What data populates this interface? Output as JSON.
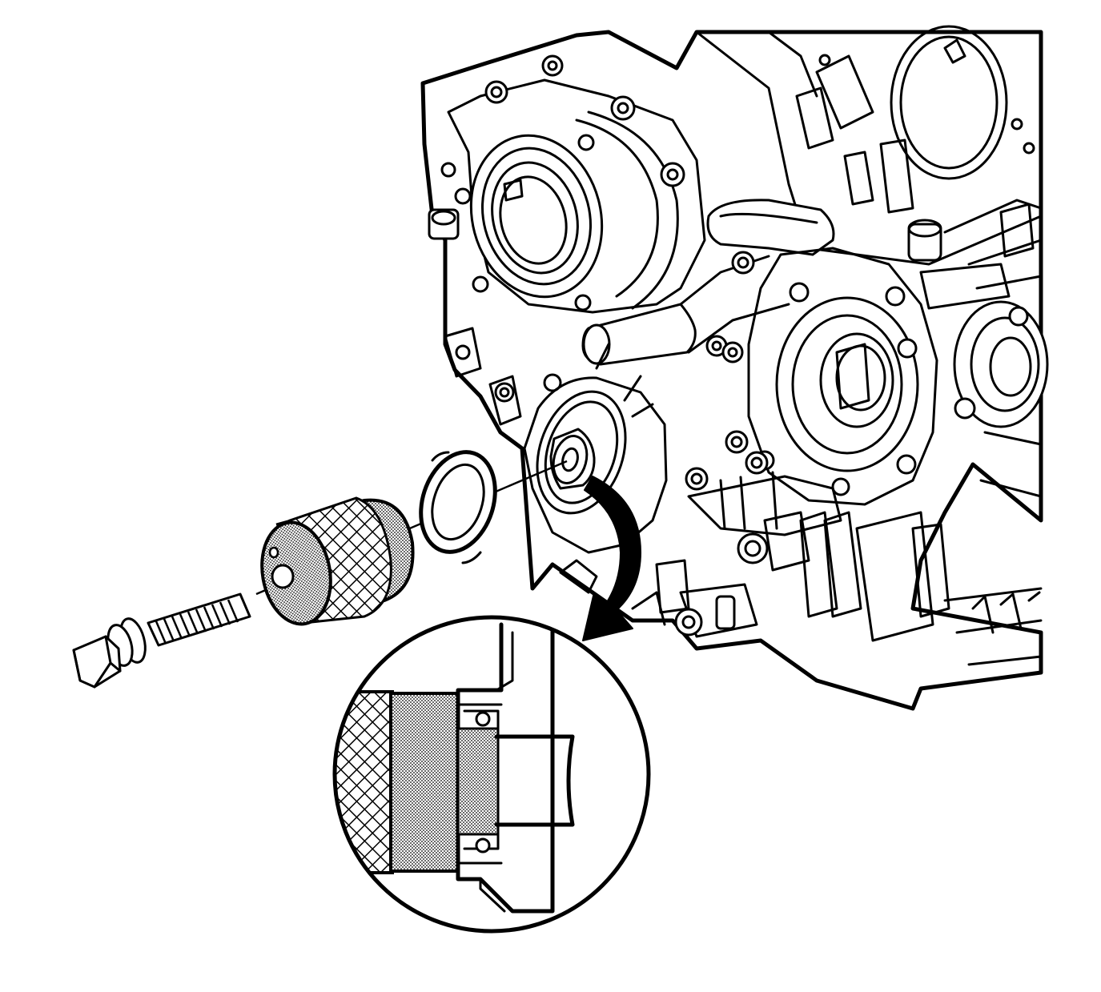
{
  "diagram": {
    "kind": "service-procedure-illustration",
    "style": "black line art on white",
    "colors": {
      "line": "#000000",
      "background": "#ffffff"
    },
    "parts": [
      {
        "id": "engine-front-cover",
        "label": ""
      },
      {
        "id": "crankshaft-nose",
        "label": ""
      },
      {
        "id": "crankshaft-front-oil-seal",
        "label": ""
      },
      {
        "id": "seal-installer-tool",
        "label": ""
      },
      {
        "id": "installer-forcing-screw",
        "label": ""
      },
      {
        "id": "detail-inset-seal-seated",
        "label": ""
      }
    ],
    "callout_arrow": "curved-arrow-to-detail"
  }
}
